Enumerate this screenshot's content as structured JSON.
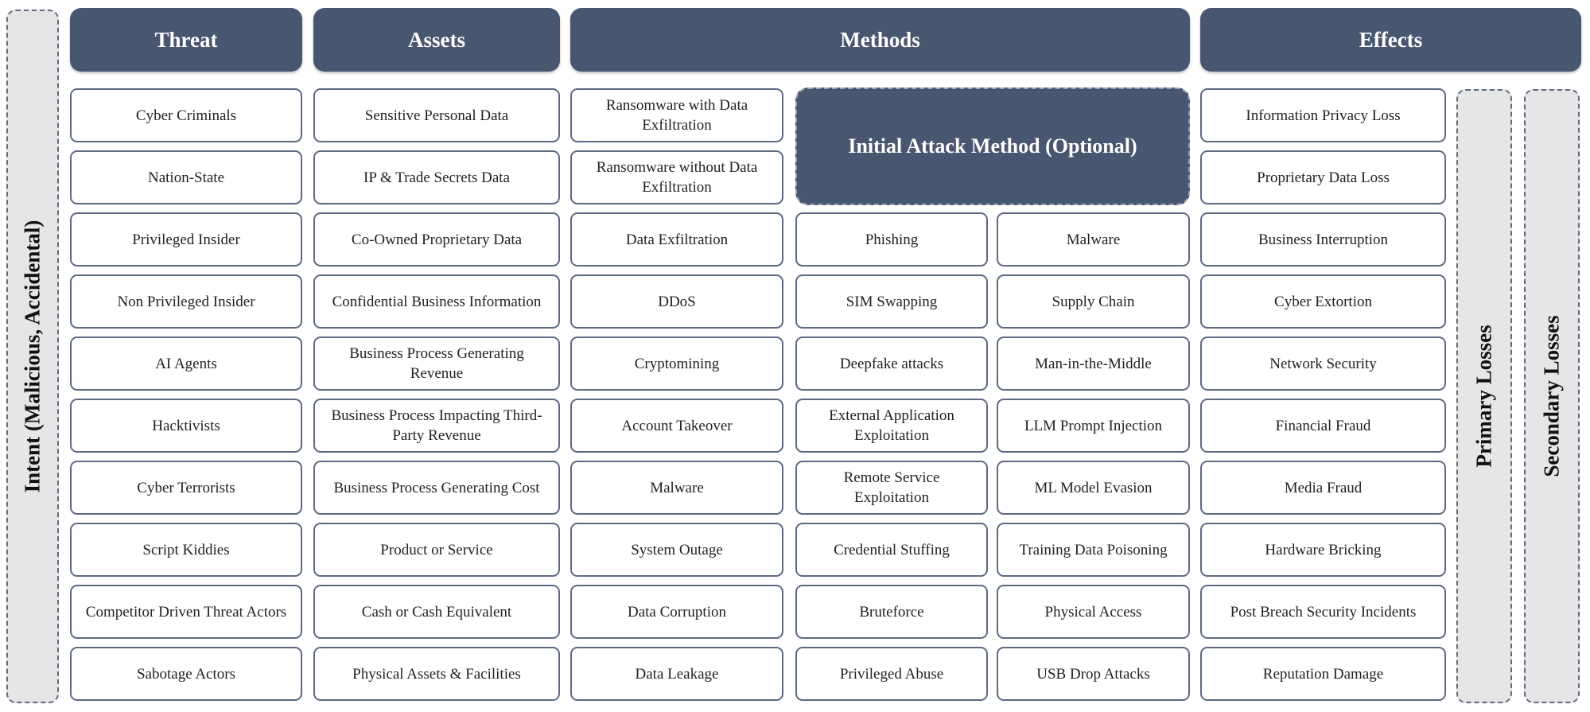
{
  "headers": {
    "threat": "Threat",
    "assets": "Assets",
    "methods": "Methods",
    "effects": "Effects"
  },
  "side_labels": {
    "intent": "Intent (Malicious, Accidental)",
    "primary_losses": "Primary Losses",
    "secondary_losses": "Secondary Losses"
  },
  "initial_attack_method": "Initial Attack Method (Optional)",
  "threat": [
    "Cyber Criminals",
    "Nation-State",
    "Privileged Insider",
    "Non Privileged Insider",
    "AI Agents",
    "Hacktivists",
    "Cyber Terrorists",
    "Script Kiddies",
    "Competitor Driven Threat Actors",
    "Sabotage Actors"
  ],
  "assets": [
    "Sensitive Personal Data",
    "IP & Trade Secrets Data",
    "Co-Owned Proprietary Data",
    "Confidential Business Information",
    "Business Process Generating Revenue",
    "Business Process Impacting Third-Party Revenue",
    "Business Process Generating Cost",
    "Product or Service",
    "Cash or Cash Equivalent",
    "Physical Assets & Facilities"
  ],
  "methods": [
    "Ransomware with Data Exfiltration",
    "Ransomware without Data Exfiltration",
    "Data Exfiltration",
    "DDoS",
    "Cryptomining",
    "Account Takeover",
    "Malware",
    "System Outage",
    "Data Corruption",
    "Data Leakage"
  ],
  "initial_methods_left": [
    "Phishing",
    "SIM Swapping",
    "Deepfake attacks",
    "External Application Exploitation",
    "Remote Service Exploitation",
    "Credential Stuffing",
    "Bruteforce",
    "Privileged Abuse"
  ],
  "initial_methods_right": [
    "Malware",
    "Supply Chain",
    "Man-in-the-Middle",
    "LLM Prompt Injection",
    "ML Model Evasion",
    "Training Data Poisoning",
    "Physical Access",
    "USB Drop Attacks"
  ],
  "effects": [
    "Information Privacy Loss",
    "Proprietary Data Loss",
    "Business Interruption",
    "Cyber Extortion",
    "Network Security",
    "Financial Fraud",
    "Media Fraud",
    "Hardware Bricking",
    "Post Breach Security Incidents",
    "Reputation Damage"
  ]
}
